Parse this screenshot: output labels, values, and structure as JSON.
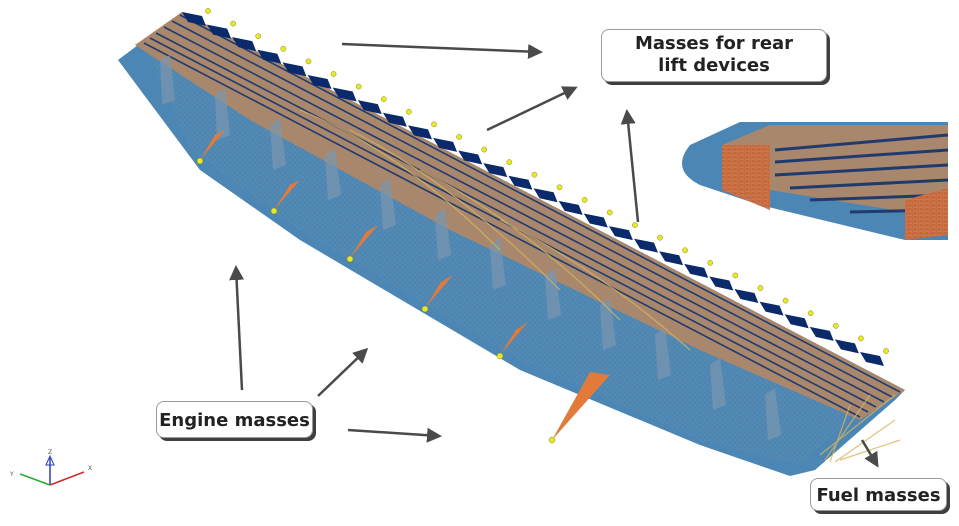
{
  "labels": {
    "rear_lift_line1": "Masses for rear",
    "rear_lift_line2": "lift devices",
    "engine": "Engine masses",
    "fuel": "Fuel masses"
  },
  "triad": {
    "x": "X",
    "y": "Y",
    "z": "Z"
  },
  "colors": {
    "skin_blue": "#4b86b4",
    "top_skin": "#a9876c",
    "stringer": "#1f3b6e",
    "lift_device": "#0b2a6b",
    "mass_node": "#e8e82a",
    "engine_pylon": "#e27b3a",
    "rib_mesh": "#6f8fa8",
    "fuel_beam": "#d9b45c",
    "arrow": "#4a4a4a"
  }
}
